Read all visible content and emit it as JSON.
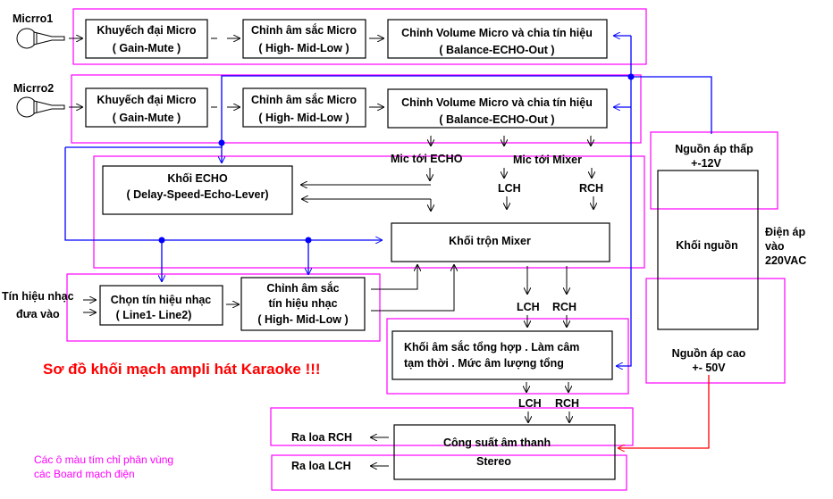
{
  "mics": [
    {
      "label": "Micrro1"
    },
    {
      "label": "Micrro2"
    }
  ],
  "channel1": {
    "amp": {
      "line1": "Khuyếch đại Micro",
      "line2": "( Gain-Mute )"
    },
    "tone": {
      "line1": "Chỉnh âm sắc Micro",
      "line2": "( High- Mid-Low )"
    },
    "volume": {
      "line1": "Chỉnh Volume Micro và chia tín hiệu",
      "line2": "( Balance-ECHO-Out )"
    }
  },
  "channel2": {
    "amp": {
      "line1": "Khuyếch đại Micro",
      "line2": "( Gain-Mute )"
    },
    "tone": {
      "line1": "Chỉnh âm sắc Micro",
      "line2": "( High- Mid-Low )"
    },
    "volume": {
      "line1": "Chỉnh Volume Micro và chia tín hiệu",
      "line2": "( Balance-ECHO-Out )"
    }
  },
  "echo": {
    "line1": "Khối ECHO",
    "line2": "( Delay-Speed-Echo-Lever)"
  },
  "labels": {
    "mic_to_echo": "Mic tới ECHO",
    "mic_to_mixer": "Mic tới Mixer",
    "lch": "LCH",
    "rch": "RCH"
  },
  "mixer": {
    "label": "Khối trộn Mixer"
  },
  "music_input": {
    "line1": "Tín hiệu nhạc",
    "line2": "đưa vào"
  },
  "music_select": {
    "line1": "Chọn tín hiệu nhạc",
    "line2": "( Line1- Line2)"
  },
  "music_tone": {
    "line1": "Chỉnh âm sắc",
    "line2": "tín hiệu nhạc",
    "line3": "( High- Mid-Low )"
  },
  "master": {
    "line1": "Khối âm sắc tổng hợp . Làm câm",
    "line2": "tạm thời . Mức âm lượng tổng"
  },
  "power_amp": {
    "line1": "Công suất âm thanh",
    "line2": "Stereo"
  },
  "speakers": {
    "rch": "Ra loa  RCH",
    "lch": "Ra loa  LCH"
  },
  "psu": {
    "low": {
      "line1": "Nguồn áp thấp",
      "line2": "+-12V"
    },
    "block": "Khối nguồn",
    "input": {
      "line1": "Điện áp",
      "line2": "vào",
      "line3": "220VAC"
    },
    "high": {
      "line1": "Nguồn áp cao",
      "line2": "+- 50V"
    }
  },
  "title": "Sơ đồ khối mạch ampli hát Karaoke !!!",
  "note": {
    "line1": "Các ô màu tím chỉ phân vùng",
    "line2": "các Board mạch điện"
  }
}
